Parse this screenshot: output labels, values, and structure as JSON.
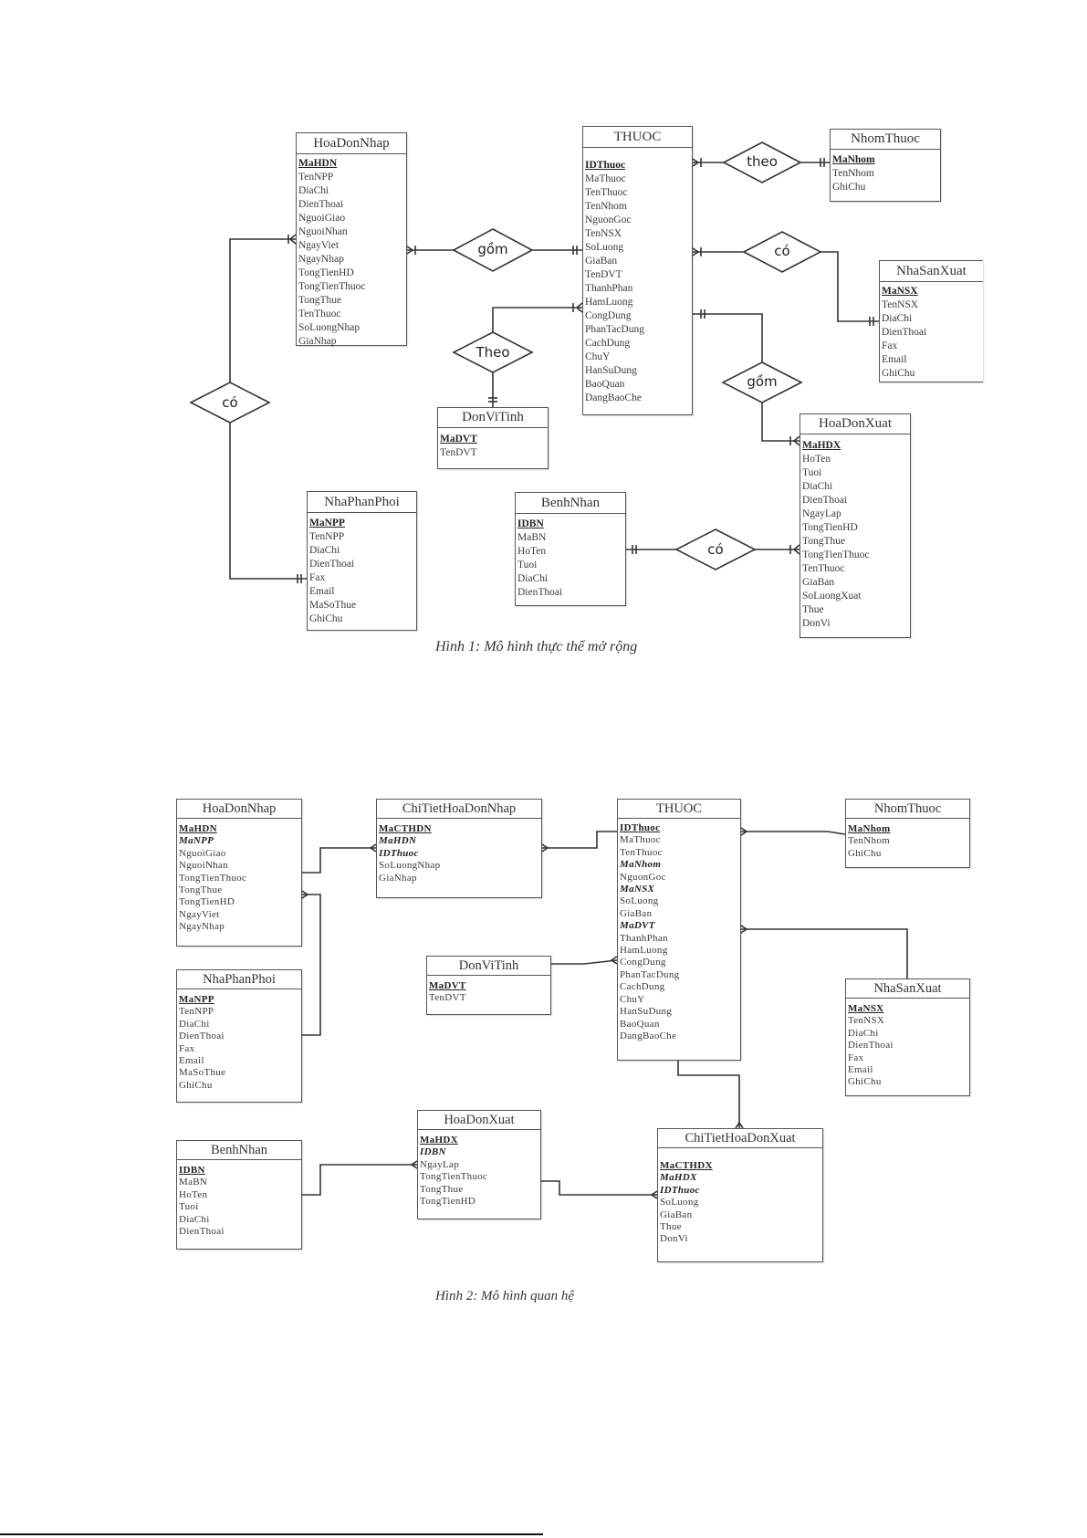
{
  "figure1": {
    "caption": "Hình 1: Mô hình thực thể mở rộng",
    "entities": {
      "hoadonnhap": {
        "title": "HoaDonNhap",
        "rows": [
          "MaHDN",
          "TenNPP",
          "DiaChi",
          "DienThoai",
          "NguoiGiao",
          "NguoiNhan",
          "NgayViet",
          "NgayNhap",
          "TongTienHD",
          "TongTienThuoc",
          "TongThue",
          "TenThuoc",
          "SoLuongNhap",
          "GiaNhap"
        ]
      },
      "thuoc": {
        "title": "THUOC",
        "rows": [
          "IDThuoc",
          "MaThuoc",
          "TenThuoc",
          "TenNhom",
          "NguonGoc",
          "TenNSX",
          "SoLuong",
          "GiaBan",
          "TenDVT",
          "ThanhPhan",
          "HamLuong",
          "CongDung",
          "PhanTacDung",
          "CachDung",
          "ChuY",
          "HanSuDung",
          "BaoQuan",
          "DangBaoChe"
        ]
      },
      "nhomthuoc": {
        "title": "NhomThuoc",
        "rows": [
          "MaNhom",
          "TenNhom",
          "GhiChu"
        ]
      },
      "nhasanxuat": {
        "title": "NhaSanXuat",
        "rows": [
          "MaNSX",
          "TenNSX",
          "DiaChi",
          "DienThoai",
          "Fax",
          "Email",
          "GhiChu"
        ]
      },
      "donvitinh": {
        "title": "DonViTinh",
        "rows": [
          "MaDVT",
          "TenDVT"
        ]
      },
      "nhaphanphoi": {
        "title": "NhaPhanPhoi",
        "rows": [
          "MaNPP",
          "TenNPP",
          "DiaChi",
          "DienThoai",
          "Fax",
          "Email",
          "MaSoThue",
          "GhiChu"
        ]
      },
      "benhnhan": {
        "title": "BenhNhan",
        "rows": [
          "IDBN",
          "MaBN",
          "HoTen",
          "Tuoi",
          "DiaChi",
          "DienThoai"
        ]
      },
      "hoadonxuat": {
        "title": "HoaDonXuat",
        "rows": [
          "MaHDX",
          "HoTen",
          "Tuoi",
          "DiaChi",
          "DienThoai",
          "NgayLap",
          "TongTienHD",
          "TongThue",
          "TongTienThuoc",
          "TenThuoc",
          "GiaBan",
          "SoLuongXuat",
          "Thue",
          "DonVi"
        ]
      }
    },
    "relationships": {
      "co_npp": "có",
      "gom_nhap": "gồm",
      "theo_dvt": "Theo",
      "theo_nhom": "theo",
      "co_nsx": "có",
      "gom_xuat": "gồm",
      "co_bn": "có"
    }
  },
  "figure2": {
    "caption": "Hình 2: Mô hình quan hệ",
    "entities": {
      "hoadonnhap": {
        "title": "HoaDonNhap",
        "rows": [
          "MaHDN",
          "MaNPP",
          "NguoiGiao",
          "NguoiNhan",
          "TongTienThuoc",
          "TongThue",
          "TongTienHD",
          "NgayViet",
          "NgayNhap"
        ]
      },
      "chitiethoadonnhap": {
        "title": "ChiTietHoaDonNhap",
        "rows": [
          "MaCTHDN",
          "MaHDN",
          "IDThuoc",
          "SoLuongNhap",
          "GiaNhap"
        ]
      },
      "thuoc": {
        "title": "THUOC",
        "rows": [
          "IDThuoc",
          "MaThuoc",
          "TenThuoc",
          "MaNhom",
          "NguonGoc",
          "MaNSX",
          "SoLuong",
          "GiaBan",
          "MaDVT",
          "ThanhPhan",
          "HamLuong",
          "CongDung",
          "PhanTacDung",
          "CachDung",
          "ChuY",
          "HanSuDung",
          "BaoQuan",
          "DangBaoChe"
        ]
      },
      "nhomthuoc": {
        "title": "NhomThuoc",
        "rows": [
          "MaNhom",
          "TenNhom",
          "GhiChu"
        ]
      },
      "donvitinh": {
        "title": "DonViTinh",
        "rows": [
          "MaDVT",
          "TenDVT"
        ]
      },
      "nhaphanphoi": {
        "title": "NhaPhanPhoi",
        "rows": [
          "MaNPP",
          "TenNPP",
          "DiaChi",
          "DienThoai",
          "Fax",
          "Email",
          "MaSoThue",
          "GhiChu"
        ]
      },
      "nhasanxuat": {
        "title": "NhaSanXuat",
        "rows": [
          "MaNSX",
          "TenNSX",
          "DiaChi",
          "DienThoai",
          "Fax",
          "Email",
          "GhiChu"
        ]
      },
      "benhnhan": {
        "title": "BenhNhan",
        "rows": [
          "IDBN",
          "MaBN",
          "HoTen",
          "Tuoi",
          "DiaChi",
          "DienThoai"
        ]
      },
      "hoadonxuat": {
        "title": "HoaDonXuat",
        "rows": [
          "MaHDX",
          "IDBN",
          "NgayLap",
          "TongTienThuoc",
          "TongThue",
          "TongTienHD"
        ]
      },
      "chitiethoadonxuat": {
        "title": "ChiTietHoaDonXuat",
        "rows": [
          "MaCTHDX",
          "MaHDX",
          "IDThuoc",
          "SoLuong",
          "GiaBan",
          "Thue",
          "DonVi"
        ]
      }
    }
  }
}
